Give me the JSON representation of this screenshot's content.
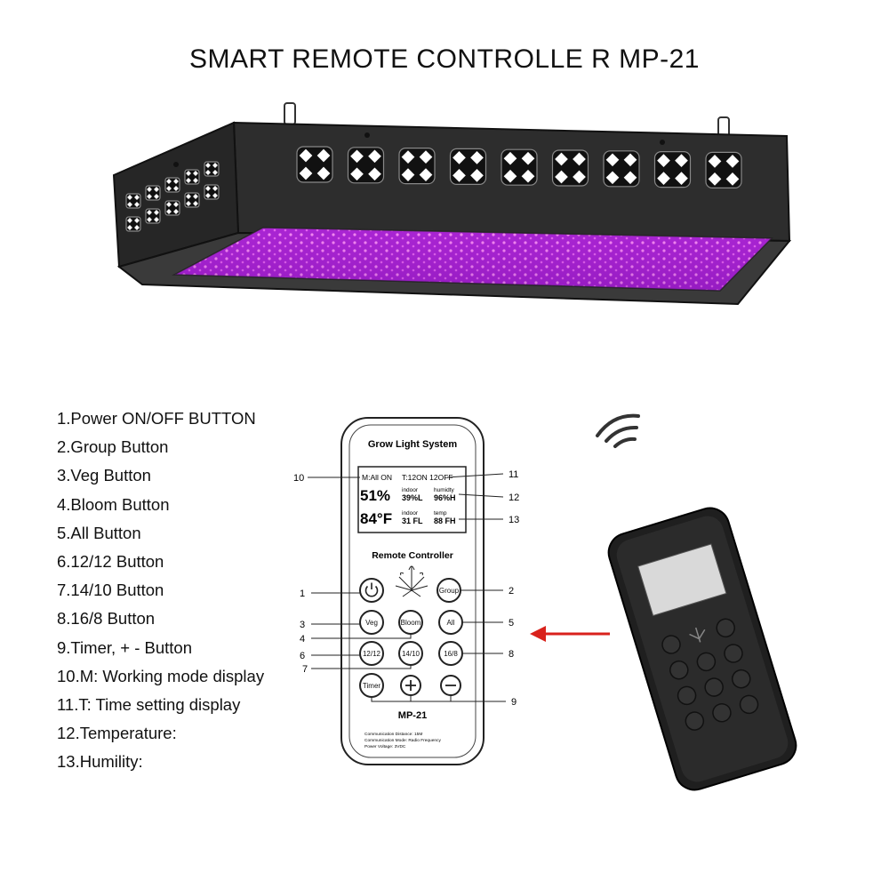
{
  "title": "SMART REMOTE CONTROLLE R MP-21",
  "legend": [
    "1.Power ON/OFF BUTTON",
    "2.Group Button",
    "3.Veg Button",
    "4.Bloom Button",
    "5.All Button",
    "6.12/12 Button",
    "7.14/10 Button",
    "8.16/8 Button",
    "9.Timer, + - Button",
    "10.M: Working mode display",
    "11.T: Time setting display",
    "12.Temperature:",
    "13.Humility:"
  ],
  "remote": {
    "header": "Grow Light System",
    "display": {
      "mode": "M:All ON",
      "time": "T:12ON  12OFF",
      "humidity_big": "51%",
      "indoor_label_1": "indoor",
      "indoor_value_1": "39%L",
      "humidity_label": "humidty",
      "humidity_value": "96%H",
      "temp_big": "84°F",
      "indoor_label_2": "indoor",
      "indoor_value_2": "31 FL",
      "temp_label": "temp",
      "temp_value": "88 FH"
    },
    "subheader": "Remote Controller",
    "buttons": {
      "group": "Group",
      "veg": "Veg",
      "bloom": "Bloom",
      "all": "All",
      "b1212": "12/12",
      "b1410": "14/10",
      "b168": "16/8",
      "timer": "Timer"
    },
    "model": "MP-21",
    "spec_1": "Communication Distance: 15M",
    "spec_2": "Communication Mode: Radio Frequency",
    "spec_3": "Power Voltage: 3VDC"
  },
  "callouts": [
    "1",
    "2",
    "3",
    "4",
    "5",
    "6",
    "7",
    "8",
    "9",
    "10",
    "11",
    "12",
    "13"
  ],
  "colors": {
    "led_purple": "#b02ad8",
    "housing": "#2b2b2b",
    "arrow": "#d9221c"
  }
}
